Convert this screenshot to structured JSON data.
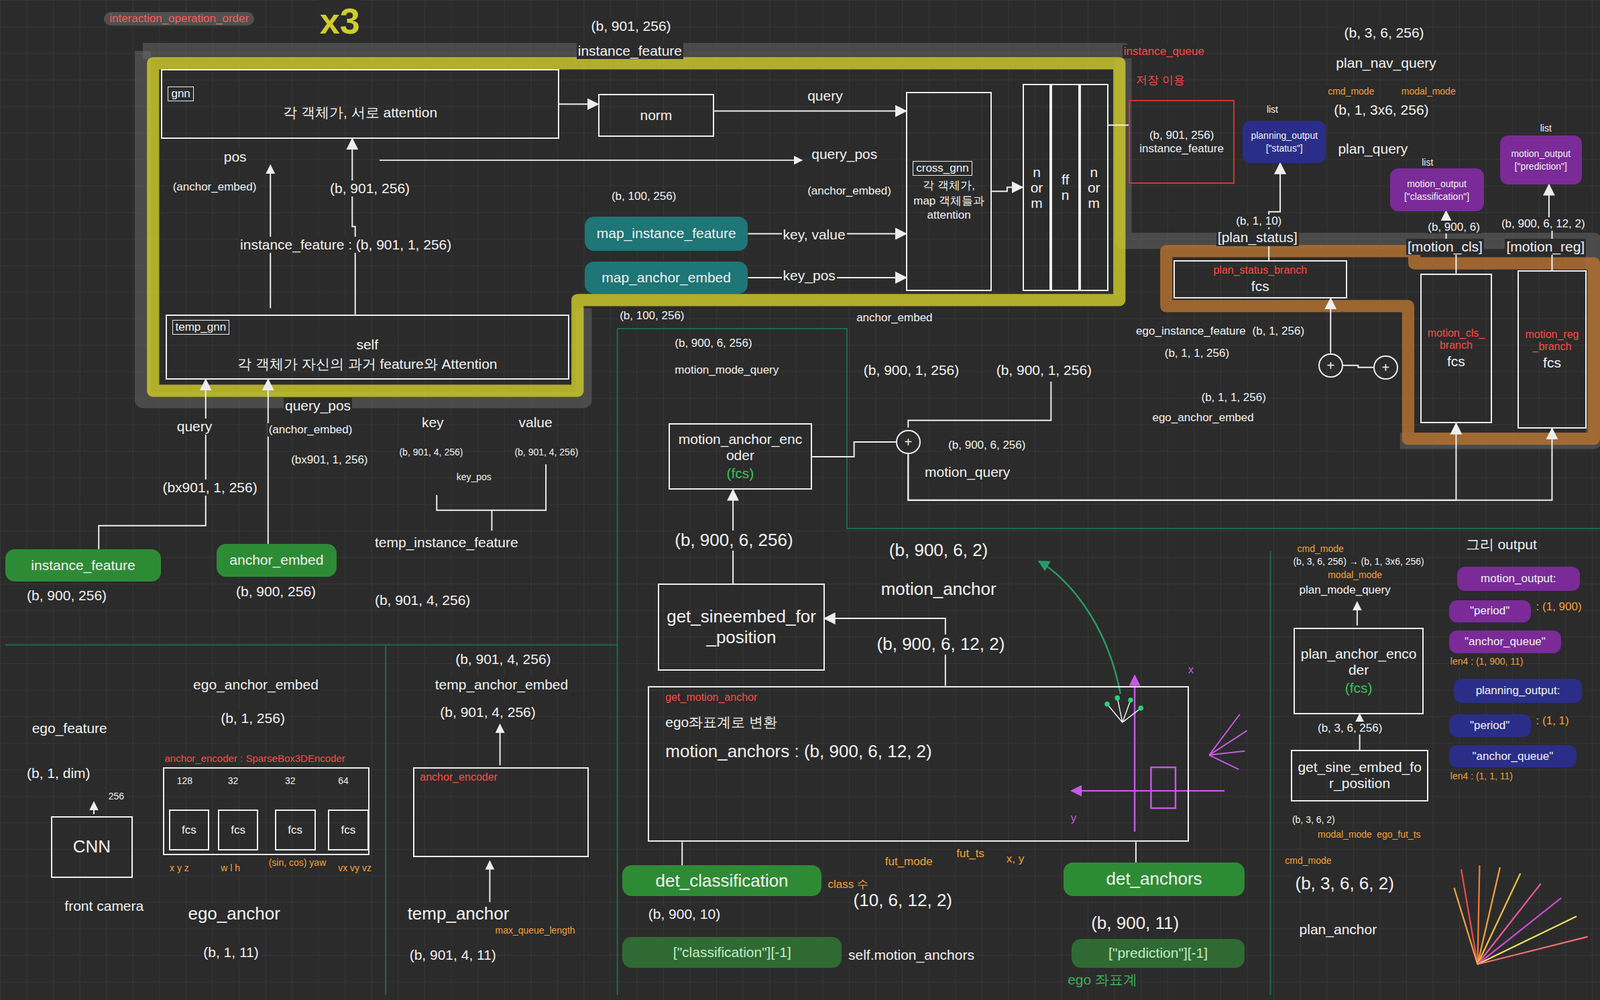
{
  "diagram": {
    "nodes": [
      {
        "text": [
          "gnn",
          "각 객체가, 서로 attention"
        ]
      },
      {
        "text": [
          "norm"
        ]
      },
      {
        "text": [
          "cross_gnn",
          "각 객체가, map 객체들과 attention"
        ]
      },
      {
        "text": [
          "norm"
        ]
      },
      {
        "text": [
          "ffn"
        ]
      },
      {
        "text": [
          "norm"
        ]
      },
      {
        "text": [
          "(b, 901, 256) instance_feature"
        ]
      },
      {
        "text": [
          "planning_output",
          "[\"status\"]"
        ]
      },
      {
        "text": [
          "motion_output",
          "[\"prediction\"]"
        ]
      },
      {
        "text": [
          "motion_output",
          "[\"classification\"]"
        ]
      },
      {
        "text": [
          "map_instance_feature"
        ]
      },
      {
        "text": [
          "map_anchor_embed"
        ]
      },
      {
        "text": [
          "plan_status_branch",
          "fcs"
        ]
      },
      {
        "text": [
          "motion_cls_branch",
          "fcs"
        ]
      },
      {
        "text": [
          "motion_reg_branch",
          "fcs"
        ]
      },
      {
        "text": [
          "temp_gnn",
          "self",
          "각 객체가 자신의 과거 feature와 Attention"
        ]
      },
      {
        "text": [
          "motion_anchor_encoder",
          "(fcs)"
        ]
      },
      {
        "text": [
          "+"
        ]
      },
      {
        "text": [
          "+"
        ]
      },
      {
        "text": [
          "+"
        ]
      },
      {
        "text": [
          "instance_feature"
        ]
      },
      {
        "text": [
          "anchor_embed"
        ]
      },
      {
        "text": [
          "get_sineembed_for_position"
        ]
      },
      {
        "text": [
          "plan_anchor_encoder",
          "(fcs)"
        ]
      },
      {
        "text": [
          "get_motion_anchor",
          "ego좌표계로 변환",
          "motion_anchors : (b, 900, 6, 12, 2)"
        ]
      },
      {
        "text": [
          "get_sine_embed_for_position"
        ]
      },
      {
        "text": [
          "anchor_encoder : SparseBox3DEncoder"
        ]
      },
      {
        "text": [
          "fcs"
        ],
        "in": 26
      },
      {
        "text": [
          "fcs"
        ],
        "in": 26
      },
      {
        "text": [
          "fcs"
        ],
        "in": 26
      },
      {
        "text": [
          "fcs"
        ],
        "in": 26
      },
      {
        "text": [
          "anchor_encoder"
        ]
      },
      {
        "text": [
          "CNN"
        ]
      },
      {
        "text": [
          "det_classification"
        ]
      },
      {
        "text": [
          "det_anchors"
        ]
      },
      {
        "text": [
          "[\"classification\"][-1]"
        ]
      },
      {
        "text": [
          "[\"prediction\"][-1]"
        ]
      },
      {
        "text": [
          "motion_output:"
        ]
      },
      {
        "text": [
          "\"period\""
        ]
      },
      {
        "text": [
          "\"anchor_queue\""
        ]
      },
      {
        "text": [
          "planning_output:"
        ]
      },
      {
        "text": [
          "\"period\""
        ]
      },
      {
        "text": [
          "\"anchor_queue\""
        ]
      }
    ],
    "edges": [
      {
        "from": 15,
        "to": 0,
        "arrow": "to"
      },
      {
        "from": 0,
        "to": 1,
        "arrow": "to"
      },
      {
        "from": 1,
        "to": 2,
        "arrow": "to"
      },
      {
        "from": 10,
        "to": 2,
        "arrow": "to"
      },
      {
        "from": 11,
        "to": 2,
        "arrow": "to"
      },
      {
        "from": 2,
        "to": 3,
        "arrow": "to"
      },
      {
        "from": 5,
        "to": 6,
        "arrow": "none"
      },
      {
        "from": 20,
        "to": 15,
        "arrow": "to"
      },
      {
        "from": 21,
        "to": 15,
        "arrow": "to"
      },
      {
        "from": 22,
        "to": 16,
        "arrow": "to"
      },
      {
        "from": 24,
        "to": 22,
        "arrow": "to"
      },
      {
        "from": 33,
        "to": 24,
        "arrow": "none"
      },
      {
        "from": 34,
        "to": 24,
        "arrow": "none"
      },
      {
        "from": 25,
        "to": 23,
        "arrow": "to"
      },
      {
        "from": 12,
        "to": 7,
        "arrow": "to"
      },
      {
        "from": 13,
        "to": 9,
        "arrow": "to"
      },
      {
        "from": 14,
        "to": 8,
        "arrow": "to"
      },
      {
        "from": 16,
        "to": 19,
        "arrow": "none"
      },
      {
        "from": 19,
        "to": 13,
        "arrow": "to"
      },
      {
        "from": 19,
        "to": 14,
        "arrow": "to"
      },
      {
        "from": 17,
        "to": 12,
        "arrow": "to"
      },
      {
        "from": 17,
        "to": 18,
        "arrow": "none"
      }
    ],
    "labels": [
      "interaction_operation_order",
      "x3",
      "(b, 901, 256)",
      "instance_feature",
      "query",
      "pos",
      "(anchor_embed)",
      "(b, 901, 256)",
      "query_pos",
      "(anchor_embed)",
      "(b, 100, 256)",
      "key, value",
      "key_pos",
      "(b, 100, 256)",
      "instance_feature : (b, 901, 1, 256)",
      "instance_queue",
      "저장 이용",
      "(b, 3, 6, 256)",
      "plan_nav_query",
      "cmd_mode",
      "modal_mode",
      "(b, 1, 3x6, 256)",
      "plan_query",
      "list",
      "list",
      "list",
      "(b, 1, 10)",
      "[plan_status]",
      "(b, 900, 6)",
      "[motion_cls]",
      "(b, 900, 6, 12, 2)",
      "[motion_reg]",
      "ego_instance_feature",
      "(b, 1, 256)",
      "(b, 1, 1, 256)",
      "(b, 1, 1, 256)",
      "ego_anchor_embed",
      "anchor_embed",
      "(b, 900, 6, 256)",
      "motion_mode_query",
      "(b, 900, 1, 256)",
      "(b, 900, 1, 256)",
      "(b, 900, 6, 256)",
      "motion_query",
      "(b, 900, 6, 256)",
      "(b, 900, 6, 2)",
      "motion_anchor",
      "(b, 900, 6, 12, 2)",
      "class 수",
      "fut_mode",
      "fut_ts",
      "x, y",
      "(10, 6, 12, 2)",
      "self.motion_anchors",
      "(b, 900, 10)",
      "(b, 900, 11)",
      "ego 좌표계",
      "그리 output",
      "cmd_mode",
      "(b, 3, 6, 256) → (b, 1, 3x6, 256)",
      "modal_mode",
      "plan_mode_query",
      "(b, 3, 6, 256)",
      "(b, 3, 6, 2)",
      "modal_mode",
      "ego_fut_ts",
      "cmd_mode",
      "(b, 3, 6, 6, 2)",
      "plan_anchor",
      "query",
      "(bx901, 1, 256)",
      "query_pos",
      "(anchor_embed)",
      "(bx901, 1, 256)",
      "key",
      "(b, 901, 4, 256)",
      "key_pos",
      "value",
      "(b, 901, 4, 256)",
      "temp_instance_feature",
      "(b, 901, 4, 256)",
      "(b, 900, 256)",
      "(b, 900, 256)",
      "(b, 901, 4, 256)",
      "temp_anchor_embed",
      "(b, 901, 4, 256)",
      "ego_anchor_embed",
      "(b, 1, 256)",
      "ego_feature",
      "(b, 1, dim)",
      "256",
      "front camera",
      "128",
      "32",
      "32",
      "64",
      "x y z",
      "w l h",
      "(sin, cos) yaw",
      "vx vy vz",
      "ego_anchor",
      "(b, 1, 11)",
      "temp_anchor",
      "max_queue_length",
      "(b, 901, 4, 11)",
      ": (1, 900)",
      "len4 : (1, 900, 11)",
      ": (1, 1)",
      "len4 : (1, 1, 11)",
      "x",
      "y"
    ]
  }
}
